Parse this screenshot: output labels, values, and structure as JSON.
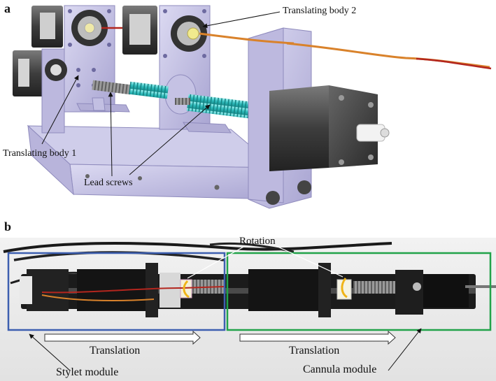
{
  "panel_a": {
    "letter": "a",
    "labels": {
      "translating_body_2": "Translating body 2",
      "translating_body_1": "Translating body 1",
      "lead_screws": "Lead screws"
    }
  },
  "panel_b": {
    "letter": "b",
    "labels": {
      "rotation": "Rotation",
      "translation_left": "Translation",
      "translation_right": "Translation",
      "stylet_module": "Stylet module",
      "cannula_module": "Cannula module"
    }
  },
  "colors": {
    "frame_lavender": "#c9c6e6",
    "motor_dark": "#3a3a3a",
    "lead_screw_cyan": "#35c6c6",
    "stylet_box_blue": "#3d5fb0",
    "cannula_box_green": "#22a34a",
    "wire_orange": "#d9822b",
    "wire_red": "#b3261e"
  }
}
